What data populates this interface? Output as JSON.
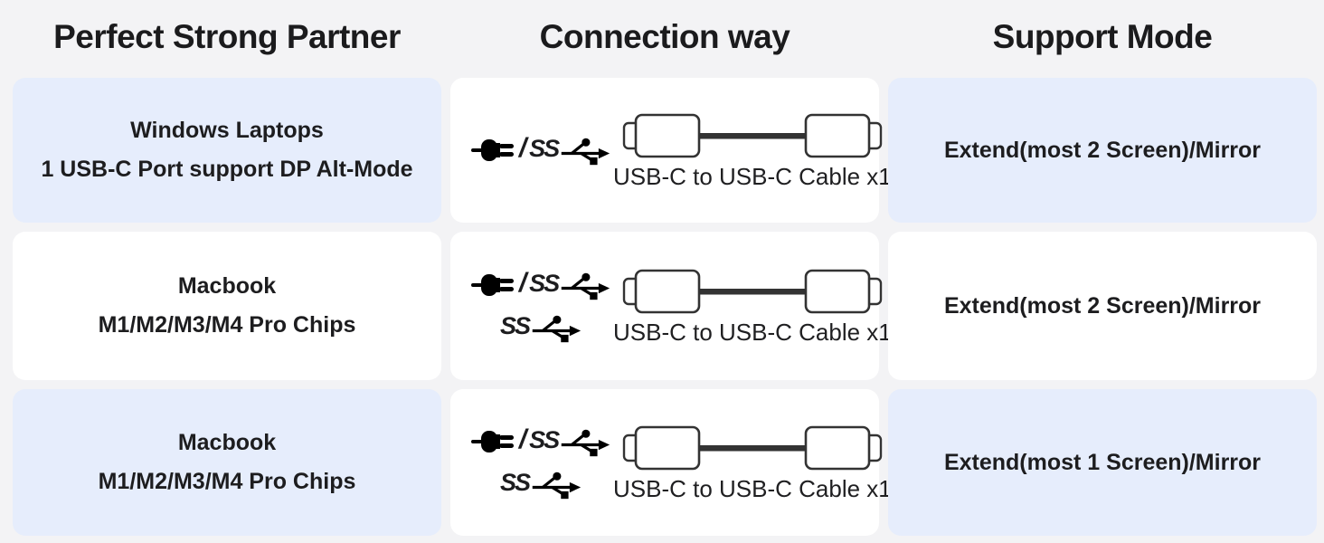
{
  "colors": {
    "background": "#f3f3f5",
    "card_highlight": "#e6edfc",
    "card_plain": "#ffffff",
    "text": "#1d1d1f",
    "line_art": "#2e2e30"
  },
  "headers": {
    "partner": "Perfect Strong Partner",
    "connection": "Connection way",
    "support": "Support Mode"
  },
  "icons": {
    "ss_label": "SS",
    "slash": "/",
    "plug": "power-plug-icon",
    "usb_trident": "usb-superspeed-icon",
    "cable": "usb-c-cable-icon"
  },
  "rows": [
    {
      "highlight": true,
      "partner": {
        "line1": "Windows Laptops",
        "line2": "1 USB-C Port support DP Alt-Mode"
      },
      "connection": {
        "second_usb_line": false,
        "cable_label": "USB-C to USB-C Cable x1"
      },
      "support": "Extend(most 2 Screen)/Mirror"
    },
    {
      "highlight": false,
      "partner": {
        "line1": "Macbook",
        "line2": "M1/M2/M3/M4 Pro Chips"
      },
      "connection": {
        "second_usb_line": true,
        "cable_label": "USB-C to USB-C Cable x1"
      },
      "support": "Extend(most 2 Screen)/Mirror"
    },
    {
      "highlight": true,
      "partner": {
        "line1": "Macbook",
        "line2": "M1/M2/M3/M4 Pro Chips"
      },
      "connection": {
        "second_usb_line": true,
        "cable_label": "USB-C to USB-C Cable x1"
      },
      "support": "Extend(most 1 Screen)/Mirror"
    }
  ]
}
